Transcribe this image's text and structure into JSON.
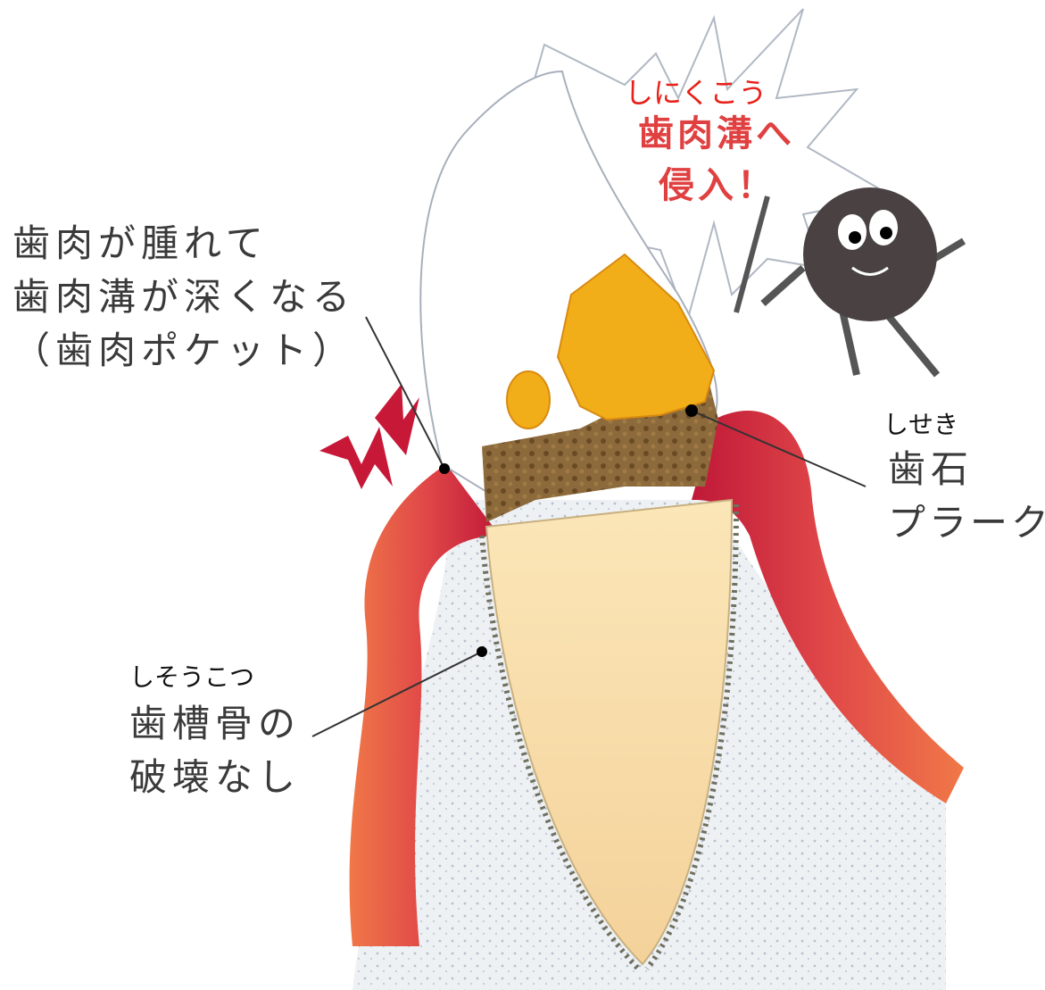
{
  "labels": {
    "invasion": {
      "ruby": "しにくこう",
      "line1": "歯肉溝へ",
      "line2": "侵入！"
    },
    "gum_swell": {
      "line1": "歯肉が腫れて",
      "line2": "歯肉溝が深くなる",
      "line3": "（歯肉ポケット）"
    },
    "calculus": {
      "ruby": "しせき",
      "line1": "歯石",
      "line2": "プラーク"
    },
    "bone": {
      "ruby": "しそうこつ",
      "line1": "歯槽骨の",
      "line2": "破壊なし"
    }
  },
  "colors": {
    "gum": "#d8303c",
    "gum_outer": "#f08058",
    "bone": "#e8ecf0",
    "root": "#f8e2b0",
    "crown": "#ffffff",
    "plaque": "#f4b21a",
    "calculus": "#8a6a3a",
    "germ": "#4a4040",
    "ruby_text": "#111111",
    "red_text": "#e8201a"
  }
}
